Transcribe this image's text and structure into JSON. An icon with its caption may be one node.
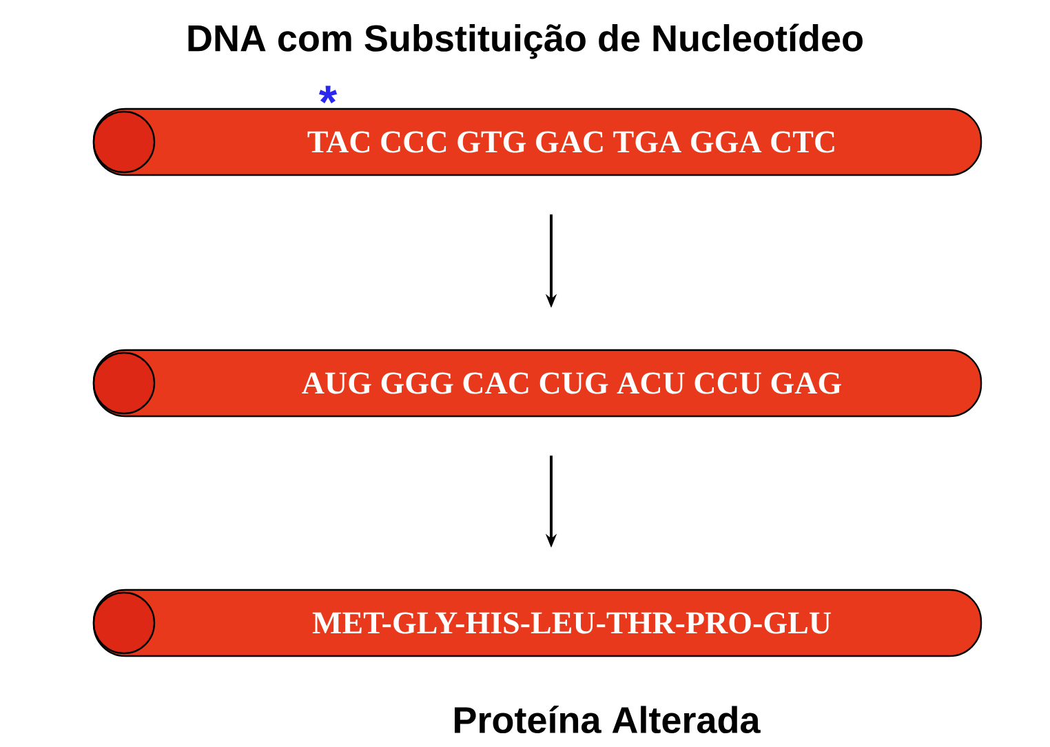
{
  "diagram": {
    "title": "DNA com Substituição de Nucleotídeo",
    "caption": "Proteína Alterada",
    "nodes": [
      {
        "text": [
          "TAC CCC GTG GAC TGA GGA CTC"
        ]
      },
      {
        "text": [
          "AUG GGG CAC CUG ACU CCU GAG"
        ]
      },
      {
        "text": [
          "MET-GLY-HIS-LEU-THR-PRO-GLU"
        ]
      }
    ],
    "edges": [
      {
        "from": 0,
        "to": 1,
        "arrow": "to"
      },
      {
        "from": 1,
        "to": 2,
        "arrow": "to"
      }
    ],
    "labels": [
      "*"
    ]
  }
}
